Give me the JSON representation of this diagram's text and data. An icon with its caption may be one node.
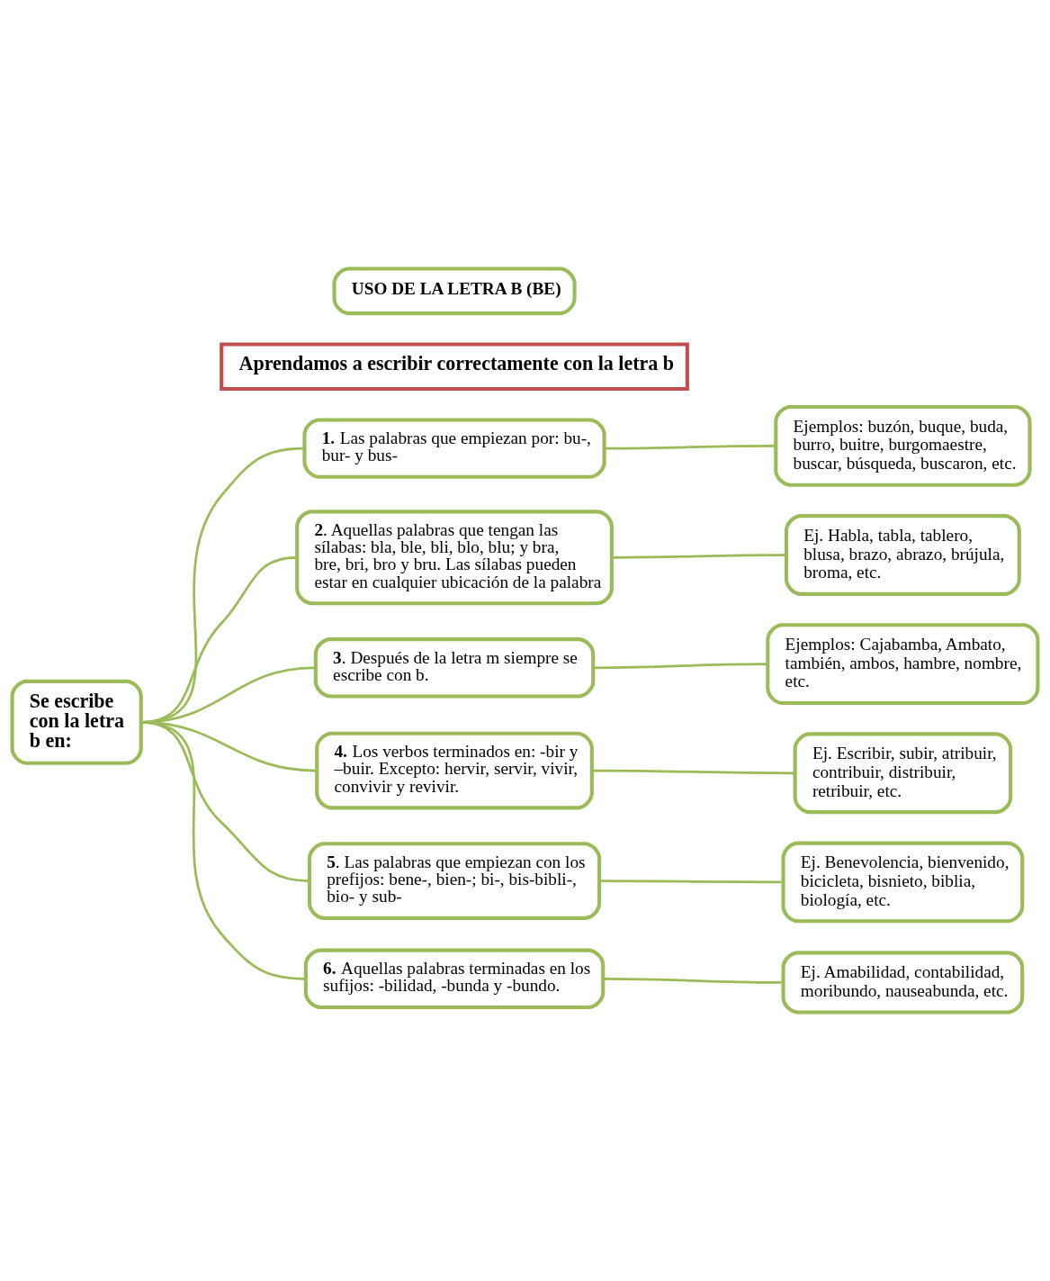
{
  "diagram": {
    "nodes": [
      {
        "text": [
          "USO DE LA LETRA B (BE)"
        ]
      },
      {
        "text": [
          "Aprendamos a escribir correctamente con la letra b"
        ]
      },
      {
        "text": [
          "Se escribe con la letra b en:"
        ]
      },
      {
        "text": [
          "**1.** Las palabras que empiezan por: bu-, bur- y bus-"
        ]
      },
      {
        "text": [
          "**2**. Aquellas palabras que tengan las sílabas: bla, ble, bli, blo, blu; y bra, bre, bri, bro y bru. Las sílabas pueden estar en cualquier ubicación de la palabra"
        ]
      },
      {
        "text": [
          "**3**. Después de la letra m siempre se escribe con b."
        ]
      },
      {
        "text": [
          "**4.** Los verbos terminados en: -bir y –buir. Excepto: hervir, servir, vivir, convivir y revivir."
        ]
      },
      {
        "text": [
          "**5**. Las palabras que empiezan con los prefijos: bene-, bien-; bi-, bis-bibli-, bio- y sub-"
        ]
      },
      {
        "text": [
          "**6.** Aquellas palabras terminadas en los sufijos: -bilidad, -bunda y -bundo."
        ]
      },
      {
        "text": [
          "Ejemplos: buzón, buque, buda, burro, buitre, burgomaestre, buscar, búsqueda, buscaron, etc."
        ]
      },
      {
        "text": [
          "Ej. Habla, tabla, tablero, blusa, brazo, abrazo, brújula, broma, etc."
        ]
      },
      {
        "text": [
          "Ejemplos: Cajabamba, Ambato, también, ambos, hambre, nombre, etc."
        ]
      },
      {
        "text": [
          "Ej. Escribir, subir, atribuir, contribuir, distribuir, retribuir, etc."
        ]
      },
      {
        "text": [
          "Ej. Benevolencia, bienvenido, bicicleta, bisnieto, biblia, biología, etc."
        ]
      },
      {
        "text": [
          "Ej. Amabilidad, contabilidad, moribundo, nauseabunda, etc."
        ]
      }
    ],
    "edges": [
      {
        "from": 2,
        "to": 3,
        "arrow": "none"
      },
      {
        "from": 2,
        "to": 4,
        "arrow": "none"
      },
      {
        "from": 2,
        "to": 5,
        "arrow": "none"
      },
      {
        "from": 2,
        "to": 6,
        "arrow": "none"
      },
      {
        "from": 2,
        "to": 7,
        "arrow": "none"
      },
      {
        "from": 2,
        "to": 8,
        "arrow": "none"
      },
      {
        "from": 3,
        "to": 9,
        "arrow": "none"
      },
      {
        "from": 4,
        "to": 10,
        "arrow": "none"
      },
      {
        "from": 5,
        "to": 11,
        "arrow": "none"
      },
      {
        "from": 6,
        "to": 12,
        "arrow": "none"
      },
      {
        "from": 7,
        "to": 13,
        "arrow": "none"
      },
      {
        "from": 8,
        "to": 14,
        "arrow": "none"
      }
    ]
  }
}
